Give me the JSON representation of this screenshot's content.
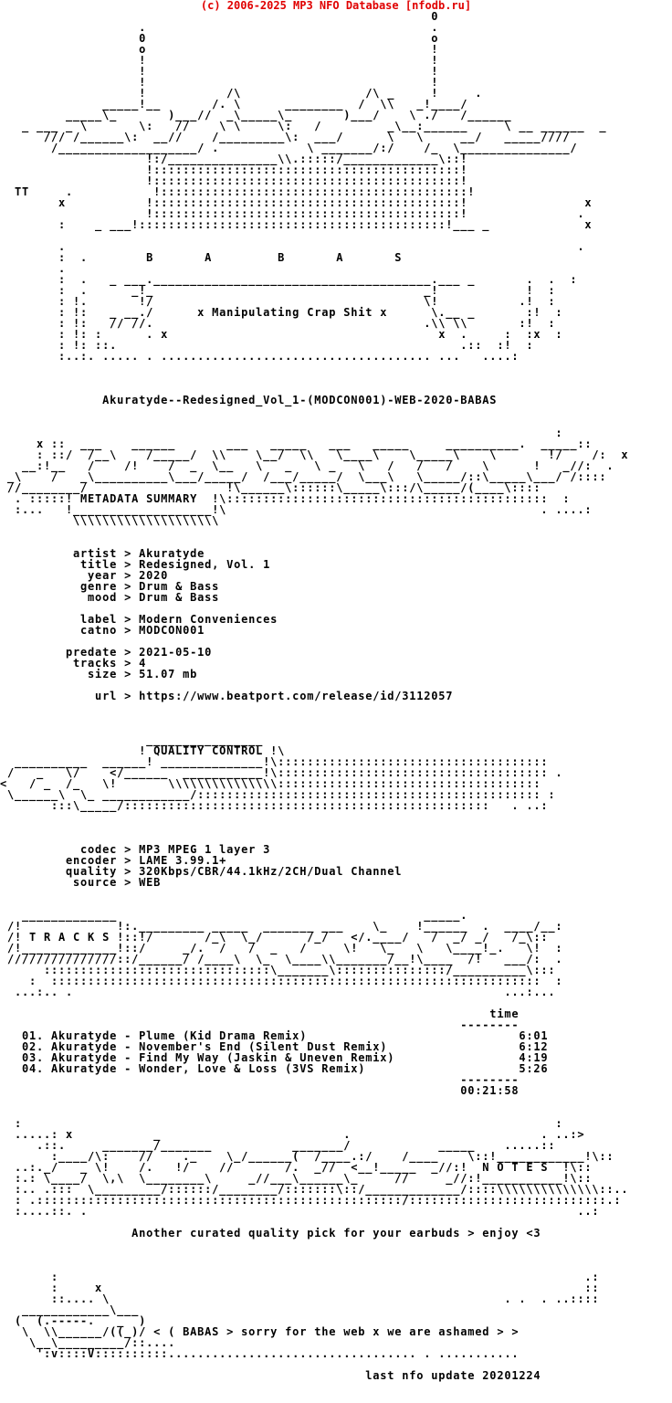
{
  "header": {
    "copyright": "(c) 2006-2025 MP3 NFO Database [nfodb.ru]",
    "color": "#e00000"
  },
  "release_name": "Akuratyde--Redesigned_Vol_1-(MODCON001)-WEB-2020-BABAS",
  "logo": {
    "letters": "B       A         B       A       S",
    "tagline": "x Manipulating Crap Shit x"
  },
  "sections": {
    "metadata_title": "METADATA SUMMARY",
    "quality_title": "QUALITY CONTROL",
    "tracks_title": "T R A C K S",
    "notes_title": "N O T E S"
  },
  "metadata": {
    "artist": "Akuratyde",
    "title": "Redesigned, Vol. 1",
    "year": "2020",
    "genre": "Drum & Bass",
    "mood": "Drum & Bass",
    "label": "Modern Conveniences",
    "catno": "MODCON001",
    "predate": "2021-05-10",
    "tracks": "4",
    "size": "51.07 mb",
    "url": "https://www.beatport.com/release/id/3112057"
  },
  "quality": {
    "codec": "MP3 MPEG 1 layer 3",
    "encoder": "LAME 3.99.1+",
    "quality": "320Kbps/CBR/44.1kHz/2CH/Dual Channel",
    "source": "WEB"
  },
  "tracklist": {
    "time_header": "time",
    "items": [
      {
        "num": "01.",
        "artist": "Akuratyde",
        "title": "Plume (Kid Drama Remix)",
        "time": "6:01"
      },
      {
        "num": "02.",
        "artist": "Akuratyde",
        "title": "November's End (Silent Dust Remix)",
        "time": "6:12"
      },
      {
        "num": "03.",
        "artist": "Akuratyde",
        "title": "Find My Way (Jaskin & Uneven Remix)",
        "time": "4:19"
      },
      {
        "num": "04.",
        "artist": "Akuratyde",
        "title": "Wonder, Love & Loss (3VS Remix)",
        "time": "5:26"
      }
    ],
    "total": "00:21:58"
  },
  "notes": "Another curated quality pick for your earbuds > enjoy <3",
  "footer": {
    "signoff": "< ( BABAS > sorry for the web x we are ashamed > >",
    "last_update": "last nfo update 20201224"
  },
  "lines": [
    "                                                           0",
    "                   .                                       .",
    "                   0                                       o",
    "                   o                                       !",
    "                   !                                       !",
    "                   !                                       !",
    "                   !                                       !",
    "                   !           /\\                 /\\ _     !     .",
    "              _____!__       /. \\      ________  /  \\\\   _!____/",
    "         _____\\_       )___//  _\\_____\\_       )___/    \\ ./   /______",
    "   _ ___ _ \\       \\:   //    \\ \\     \\:   /         _\\__:______     \\ __ ______  _",
    "      /// /______\\:  __//    /_________\\:  ___/      \\   \\     __/   _____////",
    "       /___________________/ .            \\ _______/:/    /_  \\_______________/",
    "                    !:/_______________\\\\.:::::/_____________\\::!",
    "                    !::::::::::::::::::::::::::::::::::::::::::!",
    "                    !::::::::::::::::::::::::::::::::::::::::::!",
    "  TT     .           !::::::::::::::::::::::::::::::::::::::::::!",
    "        x           !::::::::::::::::::::::::::::::::::::::::::!                x",
    "                    !::::::::::::::::::::::::::::::::::::::::::!               .",
    "        :    _ ___!::::::::::::::::::::::::::::::::::::::::::!___ _             x",
    "",
    "        .                                                                      .",
    "        :  .        B       A         B       A       S",
    "        .",
    "        :  .   _ ___.______________________________________.___ _       .  .  :",
    "        :  .      _!_                                     _!            !  :",
    "        : !.       !/                                     \\!           .!  :",
    "        : !:   _ __./      x Manipulating Crap Shit x      \\.__ _       :!  :",
    "        : !:   // //.                                     .\\\\ \\\\       :!  :",
    "        : !: :      . x                                     x  .     :  :x  :",
    "        : !: ::.                                               .::  :!  :",
    "        :..:. ..... . ..................................... ...   ....:",
    "",
    "",
    "",
    "              Akuratyde--Redesigned_Vol_1-(MODCON001)-WEB-2020-BABAS",
    "",
    "",
    "                                                                            :",
    "     x ::  ___    ______       ___   _____   ___   _____     __________.  _____::",
    "     : ::/  /__\\    /_____/  \\\\    \\__/  \\\\   \\____\\    \\_____\\    \\       !/    /:  x",
    "   __:!__   /    /!    /  _  \\__   \\   _   \\ _   \\   /   /   /    \\      !   _//:  .",
    " _\\    /   _\\__________\\___/_____/  /___/_____/  \\___\\   \\_____/::\\_____\\___/ /::::",
    " //________/                   !\\______\\::::::\\_____\\:::/\\_____/(____\\::::",
    "  . :::::! METADATA SUMMARY  !\\::::::::::::::::::::::::::::::::::::::::::::  :",
    "  :...   !___________________!\\                                           . ....:",
    "          \\\\\\\\\\\\\\\\\\\\\\\\\\\\\\\\\\\\\\\\",
    "",
    "",
    "          artist > Akuratyde",
    "           title > Redesigned, Vol. 1",
    "            year > 2020",
    "           genre > Drum & Bass",
    "            mood > Drum & Bass",
    "",
    "           label > Modern Conveniences",
    "           catno > MODCON001",
    "",
    "         predate > 2021-05-10",
    "          tracks > 4",
    "            size > 51.07 mb",
    "",
    "             url > https://www.beatport.com/release/id/3112057",
    "",
    "",
    "",
    "                    ________________",
    "                   ! QUALITY CONTROL !\\",
    "  __________  ______! ______________!\\:::::::::::::::::::::::::::::::::::::",
    " /   _   \\/    </______  ___________!\\::::::::::::::::::::::::::::::::::::: .",
    "<   / _  /_   \\!       \\\\\\\\\\\\\\\\\\\\\\\\\\\\\\::::::::::::::::::::::::::::::::::::",
    " \\______\\  \\_ ____________/::::::::::::::::::::::::::::::::::::::::::::::: :",
    "       :::\\_____/::::::::::::::::::::::::::::::::::::::::::::::::::   . ..:",
    "",
    "",
    "",
    "           codec > MP3 MPEG 1 layer 3",
    "         encoder > LAME 3.99.1+",
    "         quality > 320Kbps/CBR/44.1kHz/2CH/Dual Channel",
    "          source > WEB",
    "",
    "",
    "   _____________                                          _____.",
    " /!             !:._________ _____  _______ ___    \\_    !______  .  ____/__:",
    " /! T R A C K S !::!/       /_\\  \\_/      /_/   </.____/   /  _/ _/   /_\\::",
    " /!_____________!::/     _/.  /   /  _   /     \\!   \\_   \\   \\____!_.   \\!  :",
    " ///////////////::/______/ /____\\  \\_  \\____\\\\_______/__!\\____  /!   ___/:  .",
    "      :::::::::::::::::::::::::::::::\\_______\\:::::::::::::::/__________\\:::",
    "    :  :::::::::::::::::::::::::::::::::::::::::::::::::::::::::::::::::::  :",
    "  ...:.. .                                                           ...:...",
    "",
    "                                                                   time",
    "                                                               --------",
    "   01. Akuratyde - Plume (Kid Drama Remix)                             6:01",
    "   02. Akuratyde - November's End (Silent Dust Remix)                  6:12",
    "   03. Akuratyde - Find My Way (Jaskin & Uneven Remix)                 4:19",
    "   04. Akuratyde - Wonder, Love & Loss (3VS Remix)                     5:26",
    "                                                               --------",
    "                                                               00:21:58",
    "",
    "",
    "  :                                                                         :",
    "  .....: x           _                         .                          . ..:>",
    "     .::.     _______/_______           _______/            _____    .....::",
    "       :____/\\:    //    ._    \\_/______(  /____.:/    /____    \\::!____________!\\::",
    "  ..:._/   _ \\!    /.   !/    //       /.  _//  <__!_____  _//:!  N O T E S  !\\::",
    "  :.: \\____/  \\,\\  \\________\\     _//___\\______\\_     //     _//:!___________!\\::",
    "  :.. .:::  \\_________/::::::/________/:::::::\\::/_____________/::::\\\\\\\\\\\\\\\\\\\\\\\\\\\\::..",
    "  : .::::::::::::::::::::::::::::::::::::::::::::::::::/:::::::::::::::::::::::::::.:",
    "  :....::. .                                                                   ..:",
    "",
    "                  Another curated quality pick for your earbuds > enjoy <3",
    "",
    "",
    "",
    "       :                                                                        .:",
    "       :     x                                                                  ::",
    "       ::.... \\                                                      . .  . ..::::",
    "   ____________\\___",
    "  (  (.-----.   _  )",
    "   \\  \\\\______/((_)/ < ( BABAS > sorry for the web x we are ashamed > >",
    "    \\__\\_________/::....",
    "     ':v::::V::::::::::.................................. . ...........",
    "",
    "                                                  last nfo update 20201224"
  ]
}
